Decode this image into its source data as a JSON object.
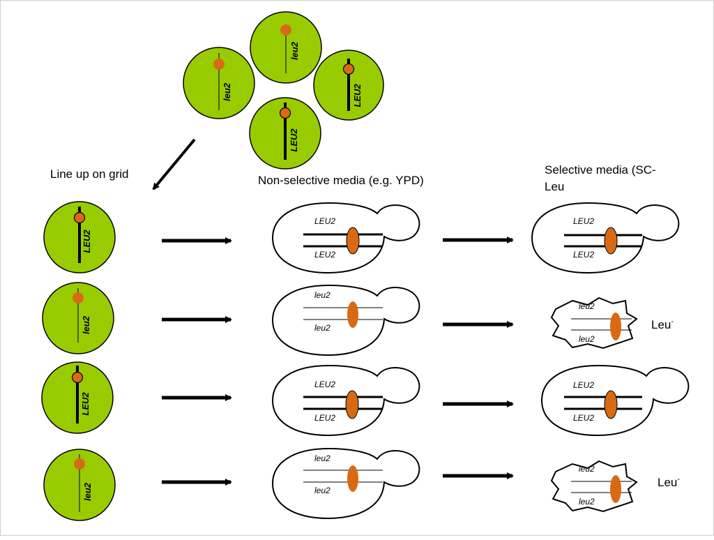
{
  "labels": {
    "line_up": "Line up on grid",
    "nonselective": "Non-selective media (e.g. YPD)",
    "selective_line1": "Selective media (SC-",
    "selective_line2": "Leu"
  },
  "alleles": {
    "wild_type": "LEU2",
    "mutant": "leu2"
  },
  "phenotype": {
    "text": "Leu",
    "superscript": "-"
  },
  "colors": {
    "spore_green": "#99cc00",
    "centromere_orange": "#d86a14",
    "outline": "#000000"
  }
}
